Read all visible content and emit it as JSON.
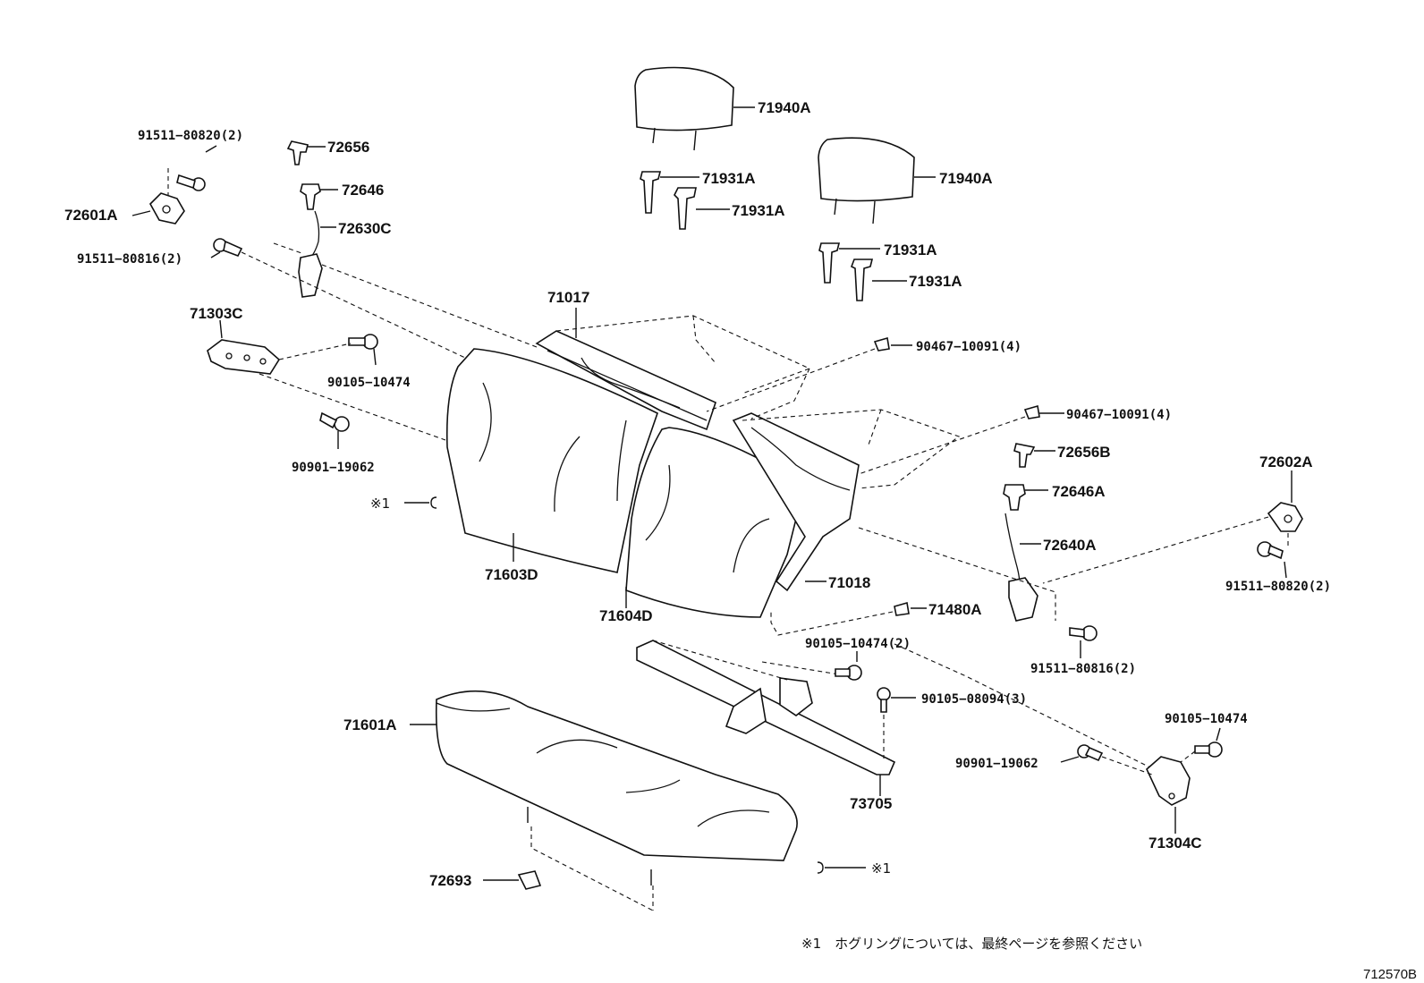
{
  "labels": {
    "p71940A_1": "71940A",
    "p71940A_2": "71940A",
    "p71931A_1": "71931A",
    "p71931A_2": "71931A",
    "p71931A_3": "71931A",
    "p71931A_4": "71931A",
    "p91511_80820_left": "91511−80820(2)",
    "p72656": "72656",
    "p72646": "72646",
    "p72601A": "72601A",
    "p72630C": "72630C",
    "p91511_80816_left": "91511−80816(2)",
    "p71303C": "71303C",
    "p90105_10474_left": "90105−10474",
    "p90901_19062_left": "90901−19062",
    "p71017": "71017",
    "p90467_10091_a": "90467−10091(4)",
    "p90467_10091_b": "90467−10091(4)",
    "p72656B": "72656B",
    "p72646A": "72646A",
    "p72602A": "72602A",
    "p72640A": "72640A",
    "p91511_80820_right": "91511−80820(2)",
    "p71018": "71018",
    "p71603D": "71603D",
    "p71604D": "71604D",
    "p71480A": "71480A",
    "p90105_10474_2": "90105−10474(2)",
    "p91511_80816_right": "91511−80816(2)",
    "p90105_08094": "90105−08094(3)",
    "p71601A": "71601A",
    "p90105_10474_right": "90105−10474",
    "p90901_19062_right": "90901−19062",
    "p73705": "73705",
    "p71304C": "71304C",
    "p72693": "72693",
    "ref_mark_left": "※1",
    "ref_mark_right": "※1"
  },
  "footnote": "※1　ホグリングについては、最終ページを参照ください",
  "diagram_id": "712570B"
}
